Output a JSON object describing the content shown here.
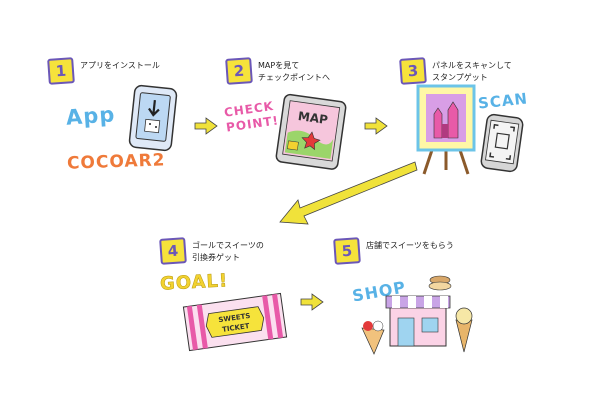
{
  "steps": [
    {
      "number": "1",
      "text": "アプリをインストール"
    },
    {
      "number": "2",
      "text": "MAPを見て\nチェックポイントへ"
    },
    {
      "number": "3",
      "text": "パネルをスキャンして\nスタンプゲット"
    },
    {
      "number": "4",
      "text": "ゴールでスイーツの\n引換券ゲット"
    },
    {
      "number": "5",
      "text": "店舗でスイーツをもらう"
    }
  ],
  "art_text": {
    "app": "App",
    "app_name": "COCOAR2",
    "check_line1": "CHECK",
    "check_line2": "POINT!",
    "map": "MAP",
    "scan": "SCAN",
    "goal": "GOAL!",
    "ticket_line1": "SWEETS",
    "ticket_line2": "TICKET",
    "shop": "SHOP"
  },
  "colors": {
    "badge_fill": "#f6e33b",
    "badge_border": "#6b57b8",
    "arrow": "#f0e23a",
    "blue": "#58b2e6",
    "orange": "#ef7a3a",
    "pink": "#e85aa8",
    "yellow": "#f2d230"
  },
  "icons": [
    "phone-download-icon",
    "map-tablet-icon",
    "castle-panel-icon",
    "scan-phone-icon",
    "sweets-ticket-icon",
    "shop-icon",
    "sweets-icon"
  ]
}
